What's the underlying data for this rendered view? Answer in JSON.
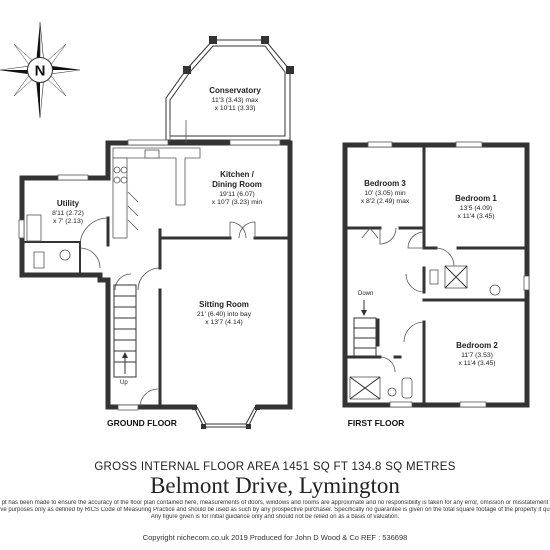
{
  "compass": {
    "label": "N"
  },
  "ground_floor": {
    "label": "GROUND FLOOR",
    "rooms": {
      "conservatory": {
        "name": "Conservatory",
        "dim1": "11'3 (3.43) max",
        "dim2": "x 10'11 (3.33)"
      },
      "kitchen": {
        "name1": "Kitchen /",
        "name2": "Dining Room",
        "dim1": "19'11 (6.07)",
        "dim2": "x 10'7 (3.23) min"
      },
      "utility": {
        "name": "Utility",
        "dim1": "8'11 (2.72)",
        "dim2": "x 7' (2.13)"
      },
      "sitting": {
        "name": "Sitting Room",
        "dim1": "21' (6.40) into bay",
        "dim2": "x 13'7 (4.14)"
      }
    },
    "stairs_label": "Up"
  },
  "first_floor": {
    "label": "FIRST FLOOR",
    "rooms": {
      "bedroom3": {
        "name": "Bedroom 3",
        "dim1": "10' (3.05) min",
        "dim2": "x 8'2 (2.49) max"
      },
      "bedroom1": {
        "name": "Bedroom 1",
        "dim1": "13'5 (4.09)",
        "dim2": "x 11'4 (3.45)"
      },
      "bedroom2": {
        "name": "Bedroom 2",
        "dim1": "11'7 (3.53)",
        "dim2": "x 11'4 (3.45)"
      }
    },
    "stairs_label": "Down"
  },
  "footer": {
    "area_text": "GROSS INTERNAL FLOOR AREA 1451 SQ FT 134.8 SQ METRES",
    "address": "Belmont Drive, Lymington",
    "disclaimer_lines": [
      "pt has been made to ensure the accuracy of the floor plan contained here, measurements of doors, windows and rooms are approximate and no responsibility is taken for any error, omission or misstatement",
      "ve purposes only as defined by RICS Code of Measuring Practice and should be used as such by any prospective purchaser. Specifically no guarantee is given on the total square footage of the property if qu",
      "Any figure given is for initial guidance only and should not be relied on as a basis of valuation."
    ],
    "credit": "Copyright nichecom.co.uk 2019    Produced for John D Wood & Co    REF : 536698"
  }
}
